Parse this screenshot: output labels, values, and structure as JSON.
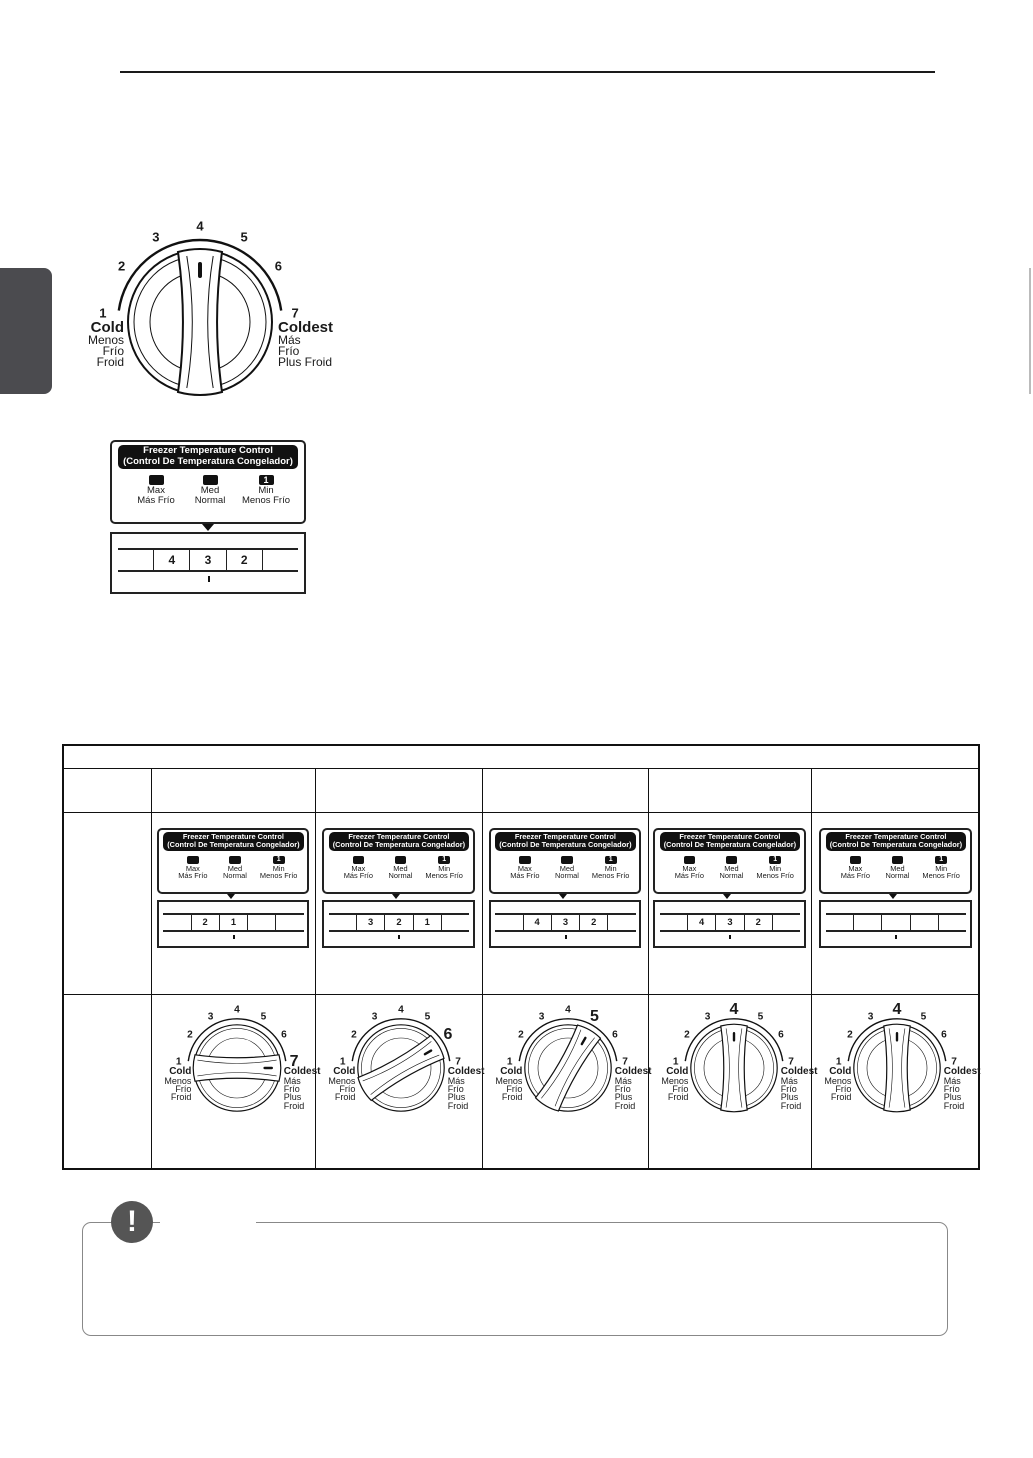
{
  "dial_labels": {
    "left": {
      "main": "Cold",
      "sub1": "Menos",
      "sub2": "Frío",
      "sub3": "Froid"
    },
    "right": {
      "main": "Coldest",
      "sub1": "Más",
      "sub2": "Frío",
      "sub3": "Plus Froid"
    },
    "numbers": [
      "1",
      "2",
      "3",
      "4",
      "5",
      "6",
      "7"
    ]
  },
  "freezer_panel": {
    "title_line1": "Freezer Temperature Control",
    "title_line2": "(Control De Temperatura Congelador)",
    "options": [
      {
        "led": "",
        "line1": "Max",
        "line2": "Más Frío"
      },
      {
        "led": "",
        "line1": "Med",
        "line2": "Normal"
      },
      {
        "led": "1",
        "line1": "Min",
        "line2": "Menos Frío"
      }
    ]
  },
  "main_example": {
    "strip_cells": [
      "",
      "4",
      "3",
      "2",
      ""
    ],
    "dial_angle_deg": 0
  },
  "table": {
    "columns": [
      {
        "strip_cells": [
          "",
          "2",
          "1",
          "",
          ""
        ],
        "dial_angle_deg": 90,
        "highlight": "7"
      },
      {
        "strip_cells": [
          "",
          "3",
          "2",
          "1",
          ""
        ],
        "dial_angle_deg": 60,
        "highlight": "6"
      },
      {
        "strip_cells": [
          "",
          "4",
          "3",
          "2",
          ""
        ],
        "dial_angle_deg": 30,
        "highlight": "5"
      },
      {
        "strip_cells": [
          "",
          "4",
          "3",
          "2",
          ""
        ],
        "dial_angle_deg": 0,
        "highlight": "4"
      },
      {
        "strip_cells": [
          "",
          "",
          "",
          "",
          ""
        ],
        "dial_angle_deg": 0,
        "highlight": "4"
      }
    ]
  },
  "note": {
    "icon": "!"
  }
}
